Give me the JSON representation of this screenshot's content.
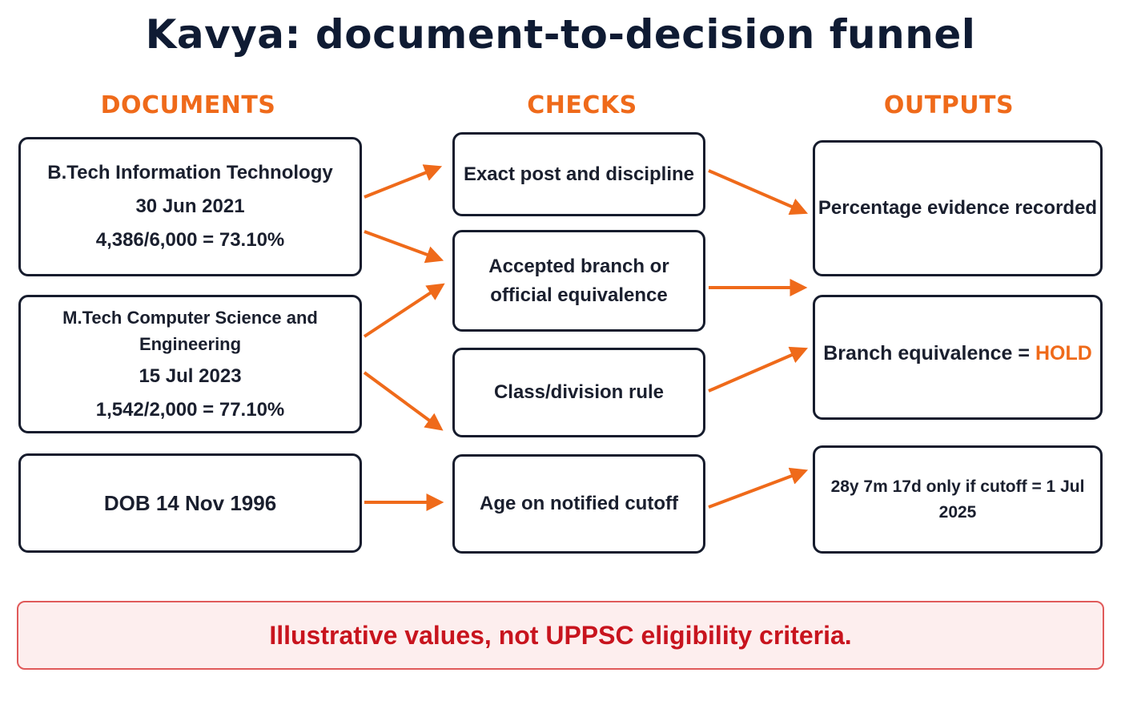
{
  "title": "Kavya: document-to-decision funnel",
  "columns": {
    "documents": "DOCUMENTS",
    "checks": "CHECKS",
    "outputs": "OUTPUTS"
  },
  "documents": [
    {
      "lines": [
        "B.Tech Information Technology",
        "30 Jun 2021",
        "4,386/6,000 = 73.10%"
      ]
    },
    {
      "lines": [
        "M.Tech Computer Science and Engineering",
        "15 Jul 2023",
        "1,542/2,000 = 77.10%"
      ]
    },
    {
      "lines": [
        "DOB 14 Nov 1996"
      ]
    }
  ],
  "checks": [
    {
      "lines": [
        "Exact post and discipline"
      ]
    },
    {
      "lines": [
        "Accepted branch or",
        "official equivalence"
      ]
    },
    {
      "lines": [
        "Class/division rule"
      ]
    },
    {
      "lines": [
        "Age on notified cutoff"
      ]
    }
  ],
  "outputs": [
    {
      "text": "Percentage evidence recorded"
    },
    {
      "label": "Branch equivalence = ",
      "status": "HOLD"
    },
    {
      "text": "28y 7m 17d only if cutoff = 1 Jul 2025"
    }
  ],
  "note": "Illustrative values, not UPPSC eligibility criteria.",
  "colors": {
    "accent": "#ef6a1a",
    "title": "#0f1b33",
    "box_border": "#161c2d",
    "note_text": "#c8141e",
    "note_bg": "#fdeeee"
  }
}
